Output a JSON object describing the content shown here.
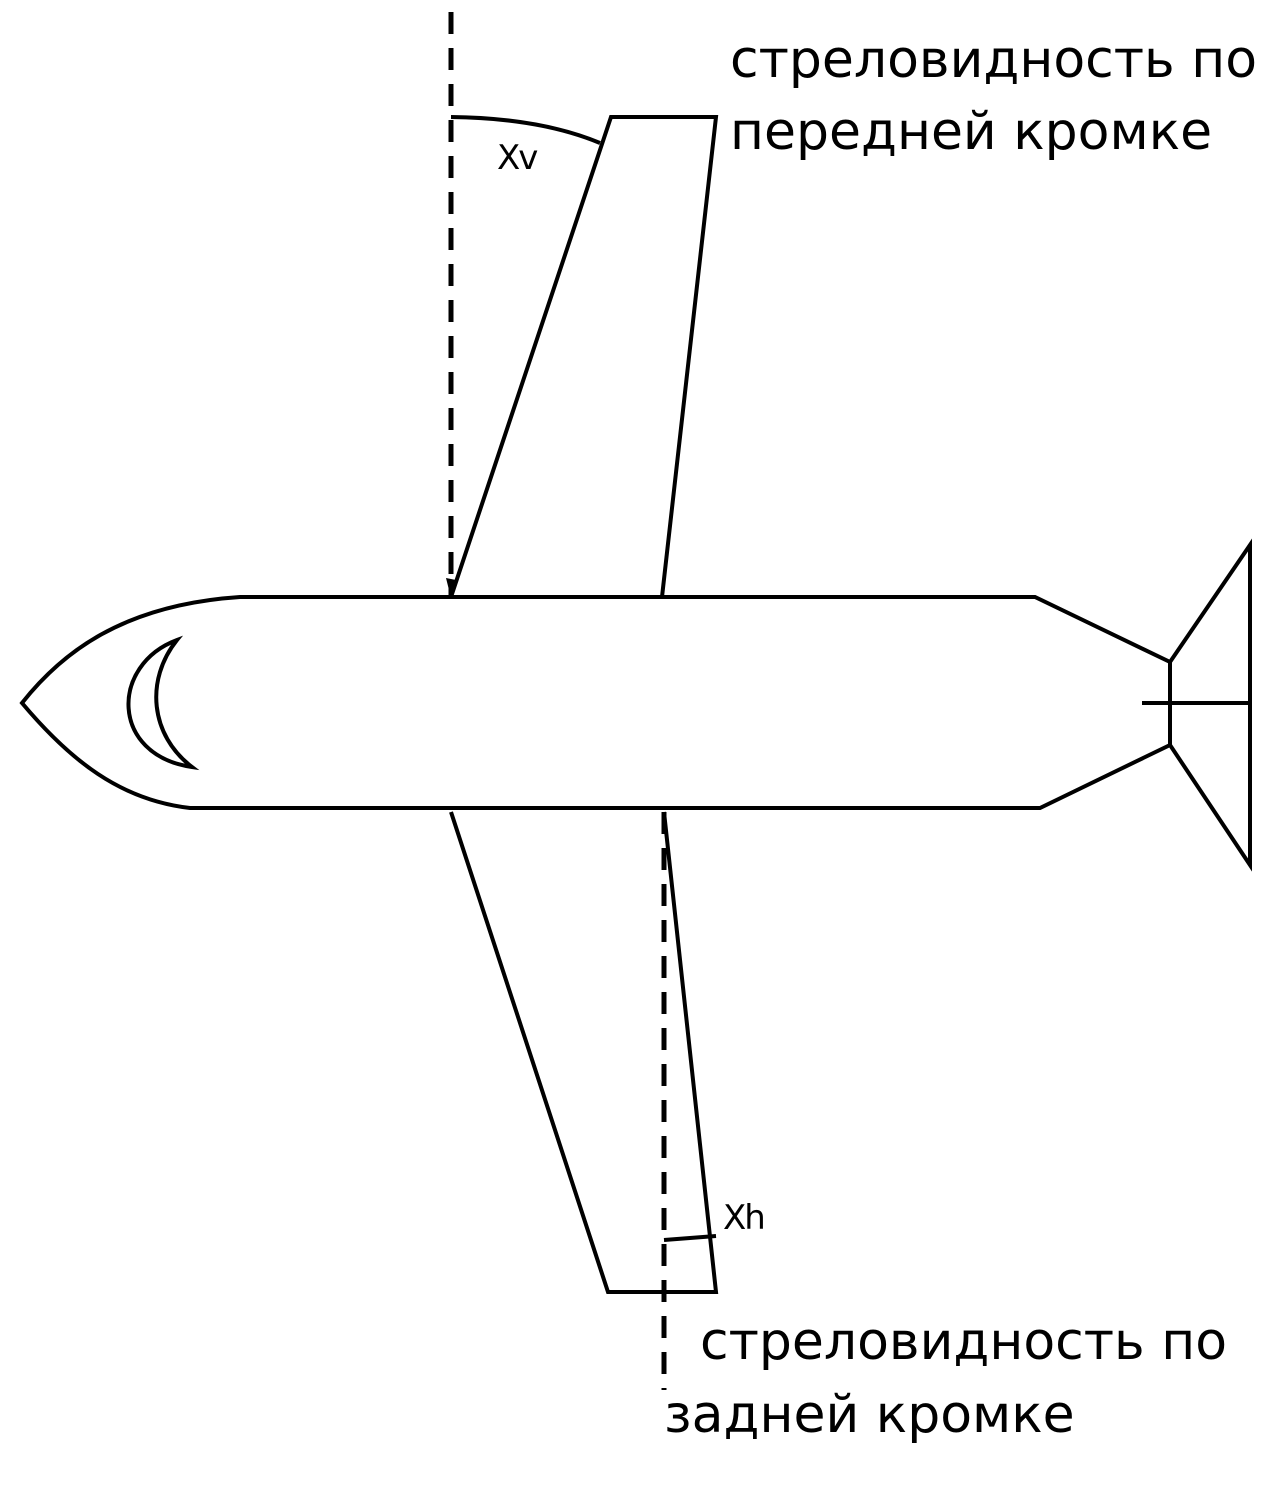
{
  "labels": {
    "leading_edge_line1": "стреловидность по",
    "leading_edge_line2": "передней кромке",
    "trailing_edge_line1": "стреловидность по",
    "trailing_edge_line2": "задней кромке",
    "angle_leading": "Xv",
    "angle_trailing": "Xh"
  },
  "colors": {
    "stroke": "#000000",
    "background": "#ffffff"
  }
}
